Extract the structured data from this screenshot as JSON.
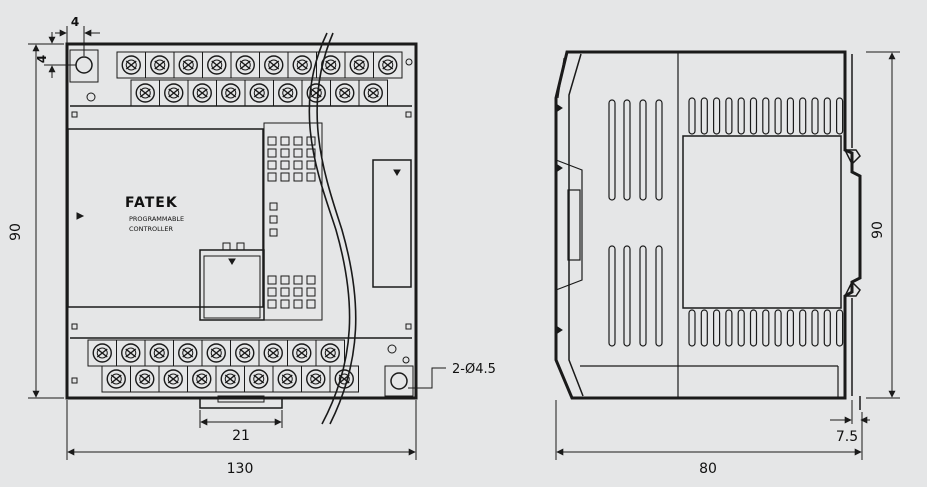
{
  "colors": {
    "background": "#e5e6e7",
    "line": "#1a1a1a",
    "body_fill": "#e5e6e7"
  },
  "front_view": {
    "brand": "FATEK",
    "product_line1": "PROGRAMMABLE",
    "product_line2": "CONTROLLER",
    "dim_width": "130",
    "dim_height": "90",
    "dim_clip": "21",
    "dim_offset_x": "4",
    "dim_offset_y": "4",
    "hole_label": "2-Ø4.5",
    "terminal_count_top_row": 10,
    "terminal_count_second_row": 9,
    "terminal_count_bottom_rows": 9
  },
  "side_view": {
    "dim_depth": "80",
    "dim_height": "90",
    "dim_rail": "7.5"
  }
}
